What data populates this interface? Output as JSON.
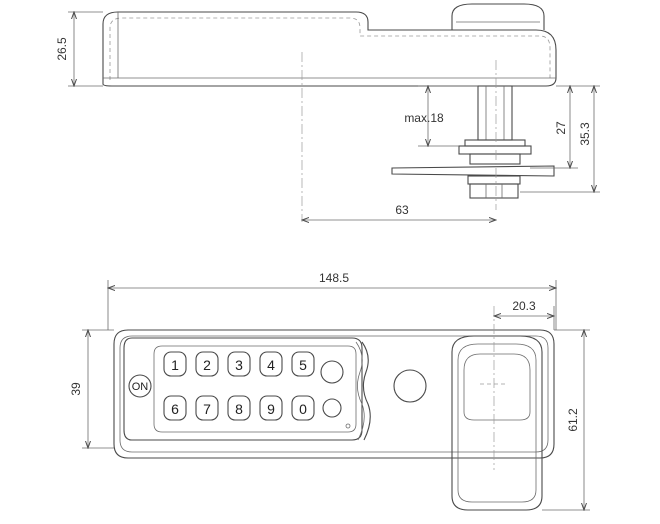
{
  "top_view": {
    "dims": {
      "height": "26.5",
      "max_thickness": "max.18",
      "spindle_a": "27",
      "spindle_b": "35.3",
      "offset": "63"
    }
  },
  "front_view": {
    "dims": {
      "length": "148.5",
      "handle_width": "20.3",
      "height": "39",
      "handle_height": "61.2"
    },
    "keypad": {
      "on_label": "ON",
      "row1": [
        "1",
        "2",
        "3",
        "4",
        "5"
      ],
      "row2": [
        "6",
        "7",
        "8",
        "9",
        "0"
      ]
    }
  }
}
